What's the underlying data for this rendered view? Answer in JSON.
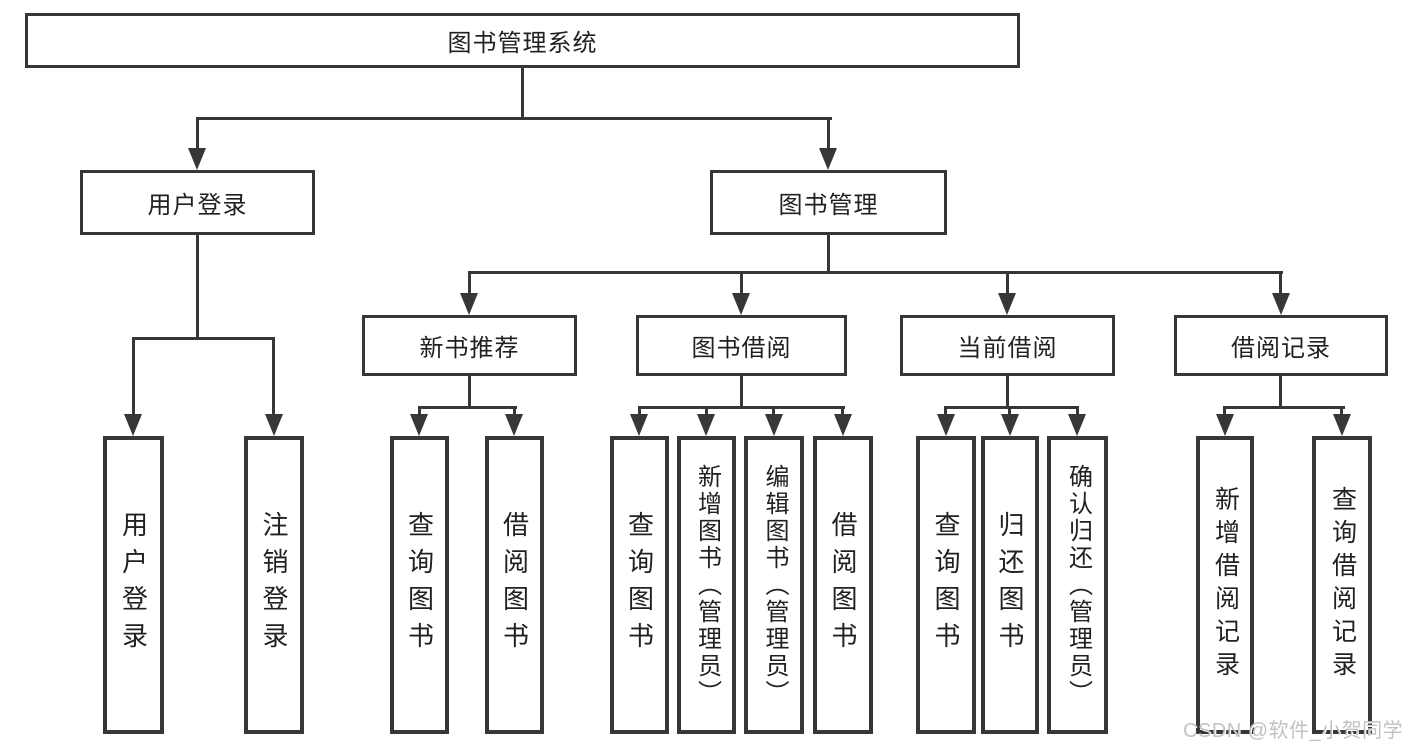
{
  "watermark": "CSDN @软件_小贺同学",
  "colors": {
    "line": "#373737",
    "box_border": "#373737",
    "text": "#212121",
    "watermark": "#c2c2c2",
    "background": "#ffffff"
  },
  "tree": {
    "root": "图书管理系统",
    "user_login": {
      "label": "用户登录",
      "children": [
        "用户登录",
        "注销登录"
      ]
    },
    "book_management": {
      "label": "图书管理",
      "new_book_recommend": {
        "label": "新书推荐",
        "children": [
          "查询图书",
          "借阅图书"
        ]
      },
      "book_borrow": {
        "label": "图书借阅",
        "children": [
          "查询图书",
          "新增图书（管理员）",
          "编辑图书（管理员）",
          "借阅图书"
        ]
      },
      "current_borrow": {
        "label": "当前借阅",
        "children": [
          "查询图书",
          "归还图书",
          "确认归还（管理员）"
        ]
      },
      "borrow_records": {
        "label": "借阅记录",
        "children": [
          "新增借阅记录",
          "查询借阅记录"
        ]
      }
    }
  }
}
